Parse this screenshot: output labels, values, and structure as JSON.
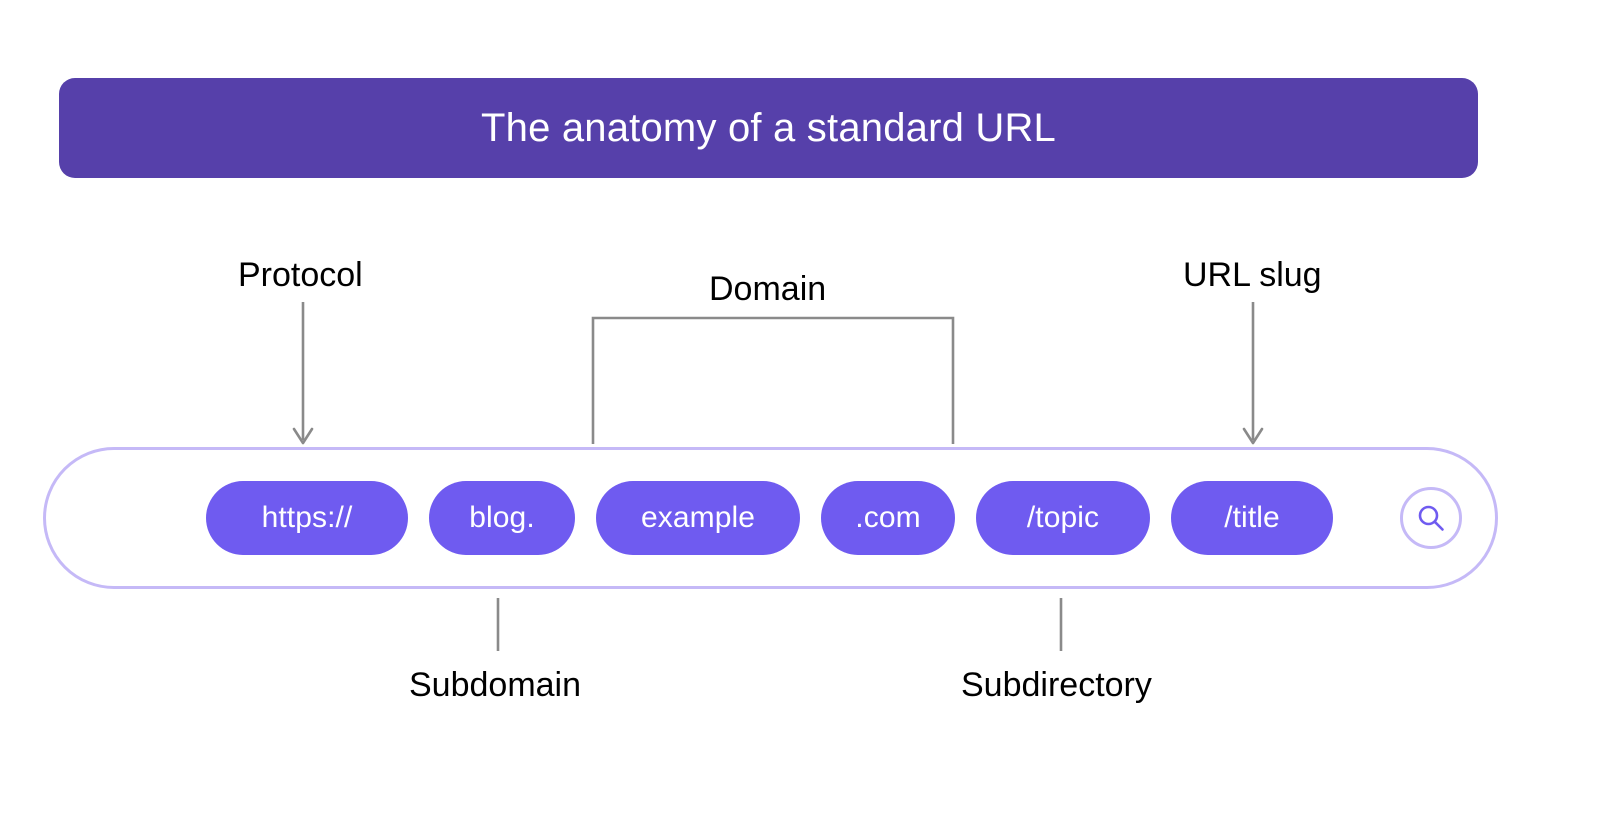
{
  "header": {
    "title": "The anatomy of a standard URL",
    "background_color": "#5640AA",
    "text_color": "#FFFFFF"
  },
  "url_bar": {
    "border_color": "#C5B9F7",
    "background_color": "#FFFFFF",
    "pill_color": "#6F5BF0",
    "pill_text_color": "#FFFFFF",
    "search_icon": "search-icon",
    "parts": [
      {
        "id": "protocol",
        "text": "https://"
      },
      {
        "id": "subdomain",
        "text": "blog."
      },
      {
        "id": "domain-name",
        "text": "example"
      },
      {
        "id": "tld",
        "text": ".com"
      },
      {
        "id": "subdirectory",
        "text": "/topic"
      },
      {
        "id": "url-slug",
        "text": "/title"
      }
    ],
    "full_url": "https://blog.example.com/topic/title"
  },
  "annotations": {
    "line_color": "#8A8A8A",
    "text_color": "#000000",
    "items": [
      {
        "id": "protocol",
        "label": "Protocol",
        "position": "above",
        "connector": "arrow",
        "targets": [
          "https://"
        ]
      },
      {
        "id": "domain",
        "label": "Domain",
        "position": "above",
        "connector": "bracket",
        "targets": [
          "example",
          ".com"
        ]
      },
      {
        "id": "url-slug",
        "label": "URL slug",
        "position": "above",
        "connector": "arrow",
        "targets": [
          "/title"
        ]
      },
      {
        "id": "subdomain",
        "label": "Subdomain",
        "position": "below",
        "connector": "line",
        "targets": [
          "blog."
        ]
      },
      {
        "id": "subdirectory",
        "label": "Subdirectory",
        "position": "below",
        "connector": "line",
        "targets": [
          "/topic"
        ]
      }
    ]
  }
}
